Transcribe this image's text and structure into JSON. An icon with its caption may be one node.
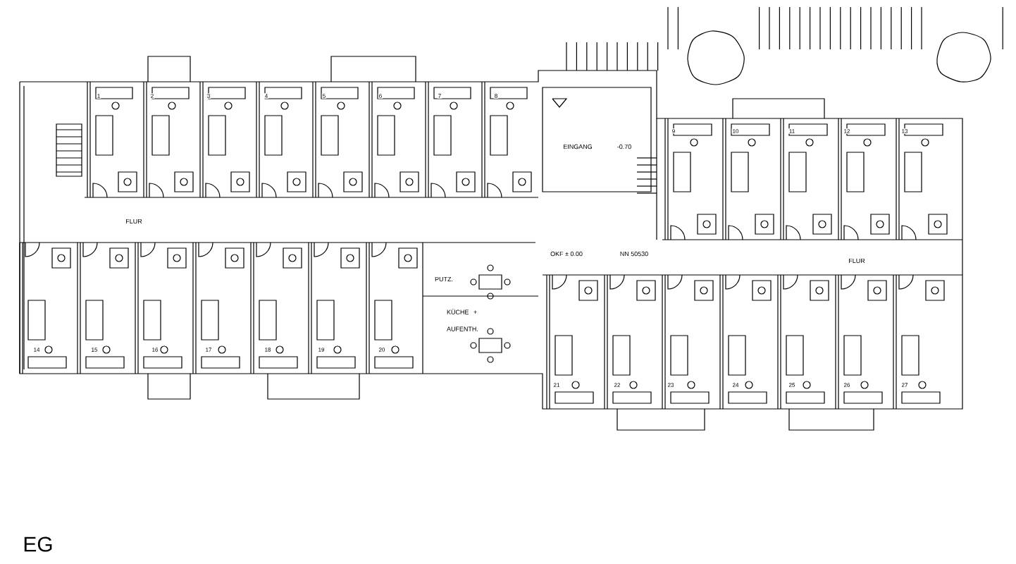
{
  "diagram": {
    "labels": [
      "1",
      "2",
      "3",
      "4",
      "5",
      "6",
      "7",
      "8",
      "9",
      "10",
      "11",
      "12",
      "13",
      "EINGANG",
      "-0.70",
      "FLUR",
      "OKF ± 0.00",
      "NN 50530",
      "FLUR",
      "PUTZ.",
      "KÜCHE + AUFENTH.",
      "14",
      "15",
      "16",
      "17",
      "18",
      "19",
      "20",
      "21",
      "22",
      "23",
      "24",
      "25",
      "26",
      "27",
      "EG"
    ]
  }
}
